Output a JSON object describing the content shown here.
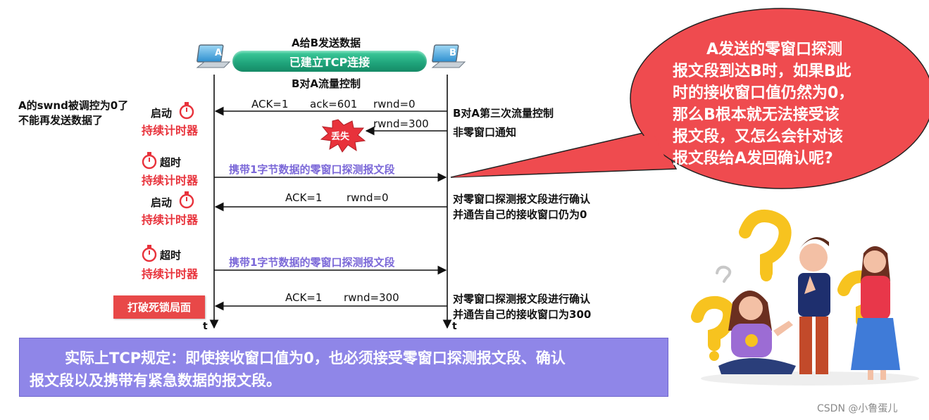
{
  "top": {
    "header": "A给B发送数据",
    "connection": "已建立TCP连接",
    "subheader": "B对A流量控制",
    "host_a": "A",
    "host_b": "B",
    "time_a": "t",
    "time_b": "t"
  },
  "left_notes": {
    "swnd_line1": "A的swnd被调控为0了",
    "swnd_line2": "不能再发送数据了",
    "start": "启动",
    "timeout": "超时",
    "persist_timer": "持续计时器",
    "deadlock": "打破死锁局面"
  },
  "messages": [
    {
      "ack": "ACK=1",
      "ack_no": "ack=601",
      "rwnd": "rwnd=0"
    },
    {
      "rwnd": "rwnd=300",
      "lost": "丢失"
    },
    {
      "label": "携带1字节数据的零窗口探测报文段"
    },
    {
      "ack": "ACK=1",
      "rwnd": "rwnd=0"
    },
    {
      "label": "携带1字节数据的零窗口探测报文段"
    },
    {
      "ack": "ACK=1",
      "rwnd": "rwnd=300"
    }
  ],
  "right_notes": {
    "third_flow_control": "B对A第三次流量控制",
    "non_zero_window": "非零窗口通知",
    "confirm1_line1": "对零窗口探测报文段进行确认",
    "confirm1_line2": "并通告自己的接收窗口仍为0",
    "confirm2_line1": "对零窗口探测报文段进行确认",
    "confirm2_line2": "并通告自己的接收窗口为300"
  },
  "bubble": {
    "line1": "A发送的零窗口探测",
    "line2": "报文段到达B时，如果B此",
    "line3": "时的接收窗口值仍然为0，",
    "line4": "那么B根本就无法接受该",
    "line5": "报文段，又怎么会针对该",
    "line6": "报文段给A发回确认呢?"
  },
  "bottom": {
    "line1": "实际上TCP规定：即使接收窗口值为0，也必须接受零窗口探测报文段、确认",
    "line2": "报文段以及携带有紧急数据的报文段。"
  },
  "watermark": "CSDN @小鲁蛋儿",
  "colors": {
    "red": "#e8323b",
    "purple": "#7b68d8",
    "teal": "#1fa37a",
    "bubble": "#ef4b4f",
    "box": "#8f86e8",
    "question": "#f7c31f"
  }
}
